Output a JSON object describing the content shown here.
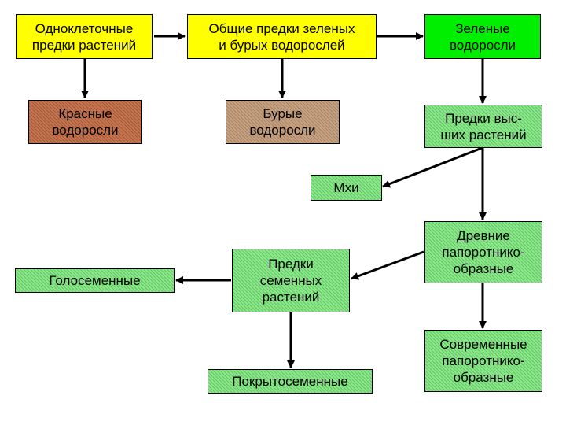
{
  "nodes": {
    "unicellular": "Одноклеточные\nпредки растений",
    "common_ancestors": "Общие предки зеленых\nи бурых водорослей",
    "green_algae": "Зеленые\nводоросли",
    "red_algae": "Красные\nводоросли",
    "brown_algae": "Бурые\nводоросли",
    "higher_ancestors": "Предки выс-\nших растений",
    "mosses": "Мхи",
    "ancient_ferns": "Древние\nпапоротнико-\nобразные",
    "seed_ancestors": "Предки\nсеменных\nрастений",
    "gymnosperms": "Голосеменные",
    "angiosperms": "Покрытосеменные",
    "modern_ferns": "Современные\nпапоротнико-\nобразные"
  },
  "colors": {
    "yellow": "#ffff00",
    "bright_green": "#00ee00",
    "hatched_green": "#8be88b",
    "hatched_red": "#c8744e",
    "hatched_brown": "#c8a280"
  }
}
